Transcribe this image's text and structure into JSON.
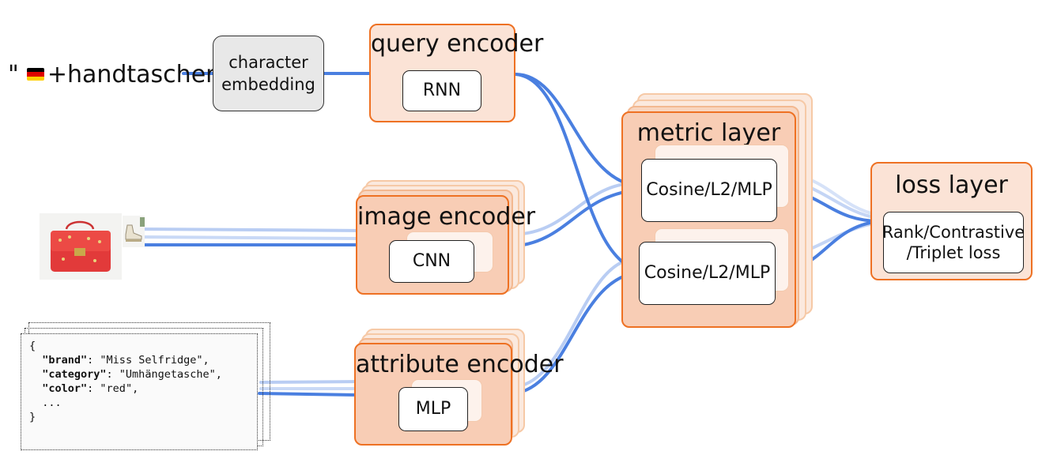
{
  "query": {
    "quote_open": "\"",
    "flag_icon": "german-flag-icon",
    "text": "+handtaschen\""
  },
  "character_embedding": {
    "line1": "character",
    "line2": "embedding"
  },
  "query_encoder": {
    "title": "query encoder",
    "inner": "RNN"
  },
  "image_encoder": {
    "title": "image encoder",
    "inner": "CNN"
  },
  "attribute_encoder": {
    "title": "attribute encoder",
    "inner": "MLP"
  },
  "metric_layer": {
    "title": "metric layer",
    "units": [
      "Cosine/L2/MLP",
      "Cosine/L2/MLP"
    ]
  },
  "loss_layer": {
    "title": "loss layer",
    "line1": "Rank/Contrastive",
    "line2": "/Triplet loss"
  },
  "attributes": {
    "open": "{",
    "rows": [
      {
        "key": "\"brand\"",
        "value": ": \"Miss Selfridge\","
      },
      {
        "key": "\"category\"",
        "value": ": \"Umhängetasche\","
      },
      {
        "key": "\"color\"",
        "value": ": \"red\","
      }
    ],
    "ellipsis": "...",
    "close": "}"
  },
  "colors": {
    "orange": "#ee7123",
    "light_orange": "#fbe3d6",
    "connector": "#4a7fe0",
    "connector_faded": "#b9cdf3",
    "bag_red": "#e23a3a"
  }
}
